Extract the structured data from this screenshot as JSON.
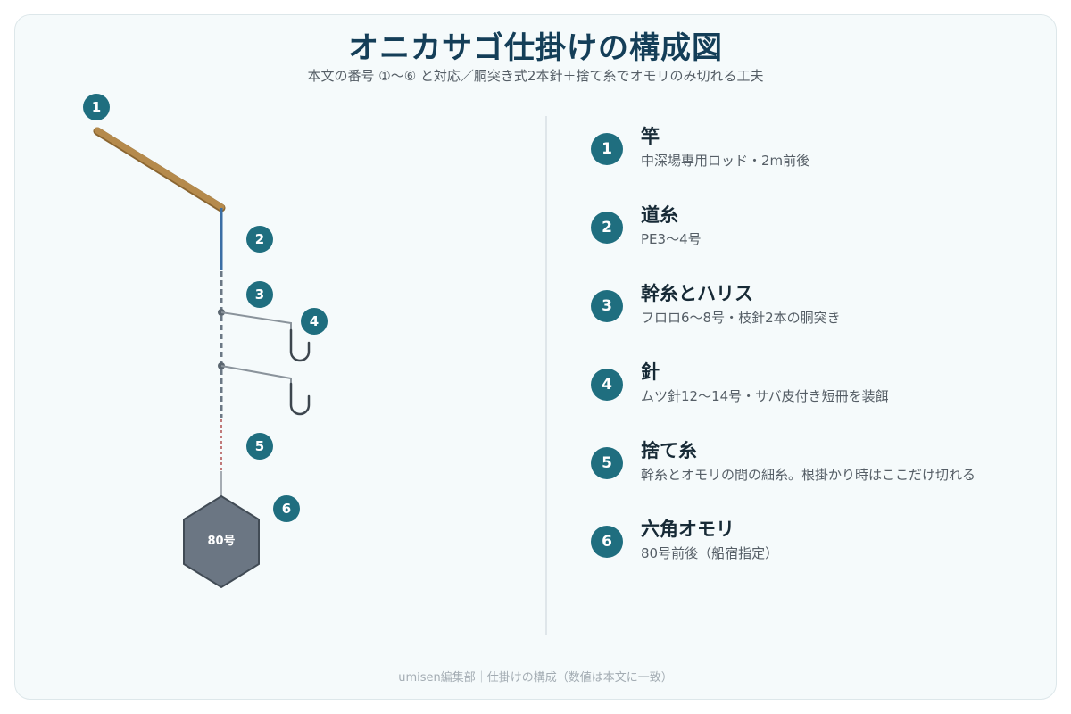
{
  "title": "オニカサゴ仕掛けの構成図",
  "subtitle": "本文の番号 ①〜⑥ と対応／胴突き式2本針＋捨て糸でオモリのみ切れる工夫",
  "diagram": {
    "badges": [
      "1",
      "2",
      "3",
      "4",
      "5",
      "6"
    ],
    "weight_label": "80号"
  },
  "legend": [
    {
      "num": "1",
      "title": "竿",
      "desc": "中深場専用ロッド・2m前後"
    },
    {
      "num": "2",
      "title": "道糸",
      "desc": "PE3〜4号"
    },
    {
      "num": "3",
      "title": "幹糸とハリス",
      "desc": "フロロ6〜8号・枝針2本の胴突き"
    },
    {
      "num": "4",
      "title": "針",
      "desc": "ムツ針12〜14号・サバ皮付き短冊を装餌"
    },
    {
      "num": "5",
      "title": "捨て糸",
      "desc": "幹糸とオモリの間の細糸。根掛かり時はここだけ切れる"
    },
    {
      "num": "6",
      "title": "六角オモリ",
      "desc": "80号前後（船宿指定）"
    }
  ],
  "footer": "umisen編集部｜仕掛けの構成（数値は本文に一致）",
  "colors": {
    "accent": "#1f6e7f",
    "title": "#143e58",
    "rod": "#b58a4c",
    "main_line": "#3b6ea5",
    "trunk_line": "#6b7885",
    "sacrifice_line": "#b05050",
    "weight": "#6b7683"
  }
}
